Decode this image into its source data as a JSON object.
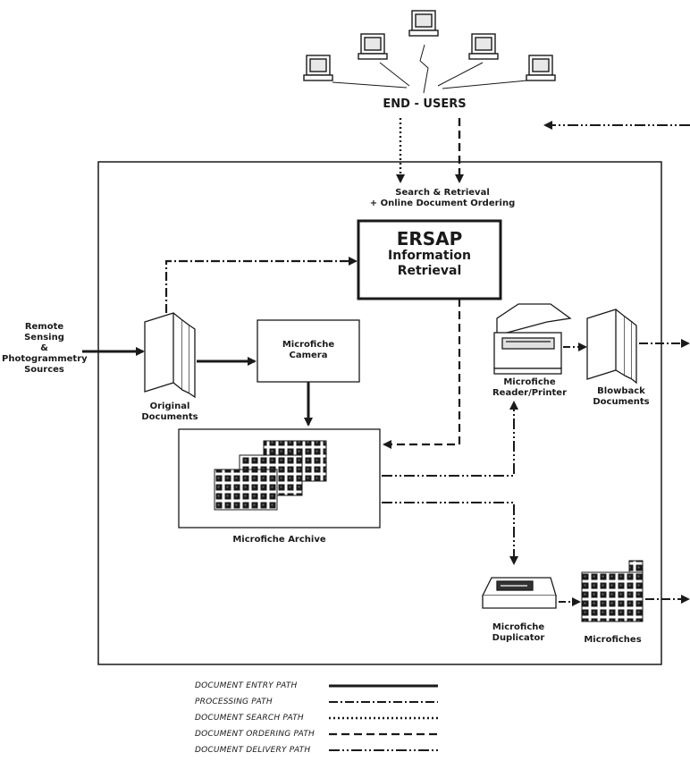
{
  "nodes": {
    "end_users": "END - USERS",
    "search_retrieval_1": "Search & Retrieval",
    "search_retrieval_2": "+ Online Document Ordering",
    "ersap_1": "ERSAP",
    "ersap_2": "Information",
    "ersap_3": "Retrieval",
    "remote_sensing_1": "Remote",
    "remote_sensing_2": "Sensing",
    "remote_sensing_3": "&",
    "remote_sensing_4": "Photogrammetry",
    "remote_sensing_5": "Sources",
    "original_docs_1": "Original",
    "original_docs_2": "Documents",
    "camera_1": "Microfiche",
    "camera_2": "Camera",
    "reader_printer_1": "Microfiche",
    "reader_printer_2": "Reader/Printer",
    "blowback_1": "Blowback",
    "blowback_2": "Documents",
    "archive": "Microfiche Archive",
    "duplicator_1": "Microfiche",
    "duplicator_2": "Duplicator",
    "microfiches": "Microfiches"
  },
  "legend": [
    {
      "label": "DOCUMENT ENTRY PATH",
      "style": "entry"
    },
    {
      "label": "PROCESSING PATH",
      "style": "processing"
    },
    {
      "label": "DOCUMENT SEARCH PATH",
      "style": "search"
    },
    {
      "label": "DOCUMENT ORDERING PATH",
      "style": "ordering"
    },
    {
      "label": "DOCUMENT DELIVERY PATH",
      "style": "delivery"
    }
  ],
  "colors": {
    "ink": "#1a1a1a",
    "background": "#ffffff"
  }
}
